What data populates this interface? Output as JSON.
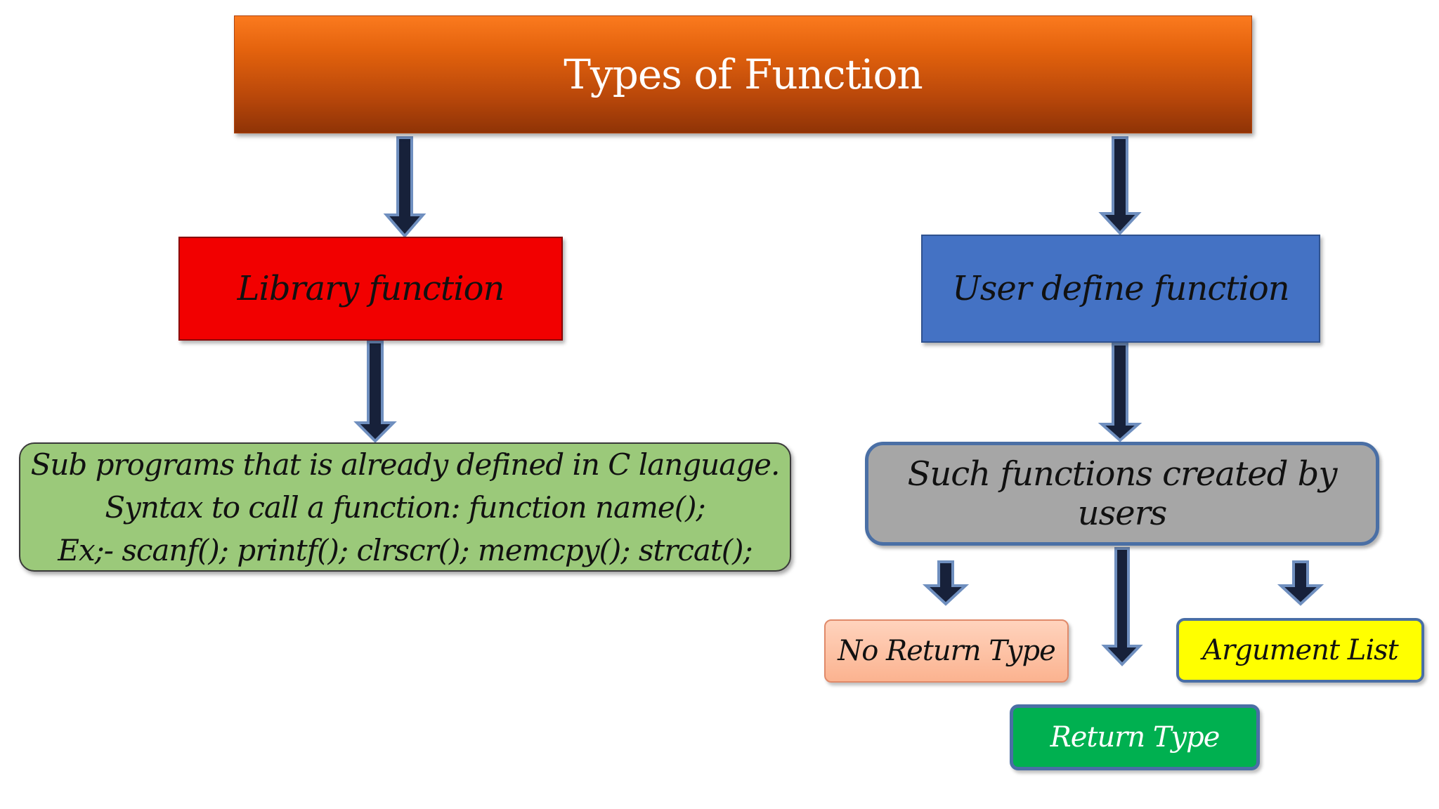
{
  "diagram": {
    "title": "Types of Function",
    "library": {
      "label": "Library function",
      "description": [
        "Sub programs that is already defined in C language.",
        "Syntax to call a function: function name();",
        "Ex;- scanf(); printf(); clrscr(); memcpy(); strcat();"
      ]
    },
    "user_defined": {
      "label": "User define function",
      "description": "Such functions created by users",
      "subtypes": {
        "no_return": "No Return Type",
        "return_type": "Return Type",
        "argument_list": "Argument List"
      }
    },
    "colors": {
      "title_orange": "#e3620d",
      "library_red": "#f20000",
      "user_blue": "#4472c4",
      "description_green": "#9bc97a",
      "such_gray": "#a6a6a6",
      "no_return_peach": "#fbb390",
      "argument_yellow": "#ffff00",
      "return_green": "#00b050",
      "arrow_fill": "#17213a",
      "arrow_outline": "#6f8fbf"
    }
  }
}
